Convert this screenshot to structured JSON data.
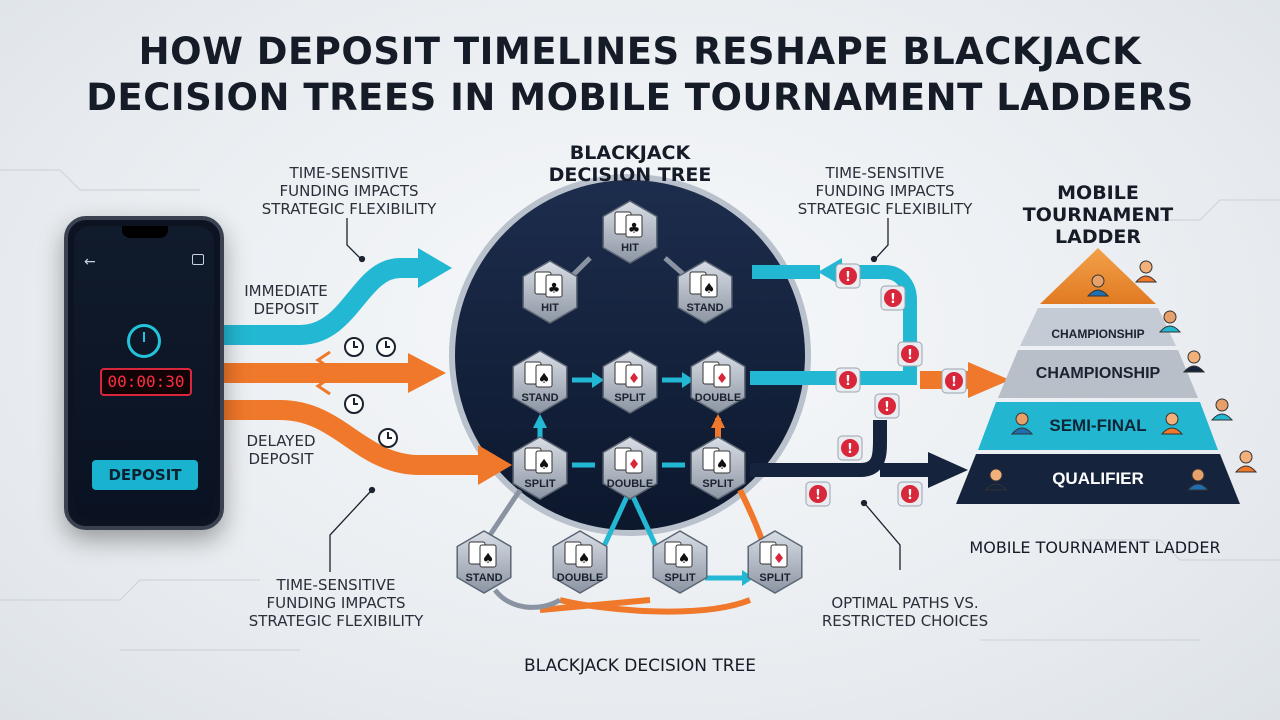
{
  "title": {
    "line1": "HOW DEPOSIT TIMELINES RESHAPE BLACKJACK",
    "line2": "DECISION TREES IN MOBILE TOURNAMENT LADDERS"
  },
  "phone": {
    "timer": "00:00:30",
    "deposit_button": "DEPOSIT"
  },
  "labels": {
    "funding_top_left": [
      "TIME-SENSITIVE",
      "FUNDING IMPACTS",
      "STRATEGIC FLEXIBILITY"
    ],
    "funding_top_right": [
      "TIME-SENSITIVE",
      "FUNDING IMPACTS",
      "STRATEGIC FLEXIBILITY"
    ],
    "funding_bottom_left": [
      "TIME-SENSITIVE",
      "FUNDING IMPACTS",
      "STRATEGIC FLEXIBILITY"
    ],
    "immediate_deposit": [
      "IMMEDIATE",
      "DEPOSIT"
    ],
    "delayed_deposit": [
      "DELAYED",
      "DEPOSIT"
    ],
    "optimal_paths": [
      "OPTIMAL PATHS VS.",
      "RESTRICTED CHOICES"
    ]
  },
  "tree": {
    "title_top": [
      "BLACKJACK",
      "DECISION TREE"
    ],
    "title_bottom": "BLACKJACK DECISION TREE",
    "nodes": [
      {
        "label": "HIT",
        "suit": "♣",
        "red": false
      },
      {
        "label": "HIT",
        "suit": "♣",
        "red": false
      },
      {
        "label": "STAND",
        "suit": "♠",
        "red": false
      },
      {
        "label": "STAND",
        "suit": "♠",
        "red": false
      },
      {
        "label": "SPLIT",
        "suit": "♦",
        "red": true
      },
      {
        "label": "DOUBLE",
        "suit": "♦",
        "red": true
      },
      {
        "label": "SPLIT",
        "suit": "♠",
        "red": false
      },
      {
        "label": "DOUBLE",
        "suit": "♦",
        "red": true
      },
      {
        "label": "SPLIT",
        "suit": "♠",
        "red": false
      },
      {
        "label": "STAND",
        "suit": "♠",
        "red": false
      },
      {
        "label": "DOUBLE",
        "suit": "♠",
        "red": false
      },
      {
        "label": "SPLIT",
        "suit": "♠",
        "red": false
      },
      {
        "label": "SPLIT",
        "suit": "♦",
        "red": true
      }
    ]
  },
  "ladder": {
    "title": [
      "MOBILE",
      "TOURNAMENT",
      "LADDER"
    ],
    "caption": "MOBILE TOURNAMENT LADDER",
    "tiers": [
      "CHAMPIONSHIP",
      "CHAMPIONSHIP",
      "SEMI-FINAL",
      "QUALIFIER"
    ]
  },
  "colors": {
    "cyan": "#22b8d3",
    "orange": "#f0782a",
    "navy": "#16233d",
    "alert": "#d8263a"
  }
}
